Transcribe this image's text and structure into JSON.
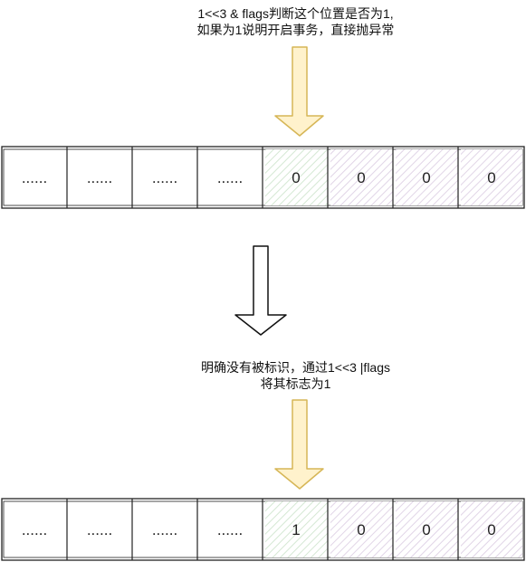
{
  "top_note": {
    "line1": "1<<3 & flags判断这个位置是否为1,",
    "line2": "如果为1说明开启事务，直接抛异常"
  },
  "mid_note": {
    "line1": "明确没有被标识，通过1<<3 |flags",
    "line2": "将其标志为1"
  },
  "row_before": {
    "cells": [
      "......",
      "......",
      "......",
      "......",
      "0",
      "0",
      "0",
      "0"
    ]
  },
  "row_after": {
    "cells": [
      "......",
      "......",
      "......",
      "......",
      "1",
      "0",
      "0",
      "0"
    ]
  },
  "colors": {
    "arrow_yellow": "#d6b656",
    "arrow_yellow_fill": "#fff2cc",
    "cell_green": "#d5e8d4",
    "cell_purple": "#e1d5e7",
    "border": "#222222"
  }
}
